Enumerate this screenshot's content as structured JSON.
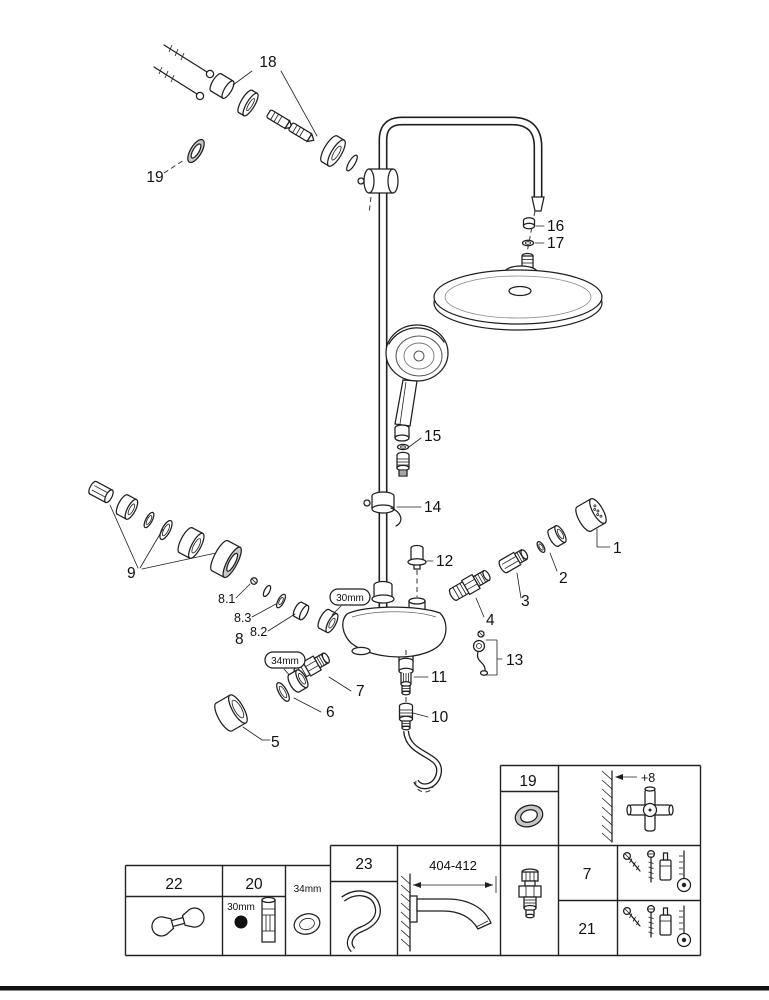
{
  "callouts": {
    "n18": "18",
    "n19": "19",
    "n16": "16",
    "n17": "17",
    "n15": "15",
    "n14": "14",
    "n12": "12",
    "n1": "1",
    "n2": "2",
    "n3": "3",
    "n4": "4",
    "n9": "9",
    "n8_1": "8.1",
    "n8_3": "8.3",
    "n8_2": "8.2",
    "n8": "8",
    "n13": "13",
    "n11": "11",
    "n7": "7",
    "n6": "6",
    "n10": "10",
    "n5": "5",
    "size30": "30mm",
    "size34": "34mm"
  },
  "legend": {
    "n22": "22",
    "n20": "20",
    "size30": "30mm",
    "size34": "34mm",
    "n23": "23",
    "dim": "404-412",
    "n19": "19",
    "offset": "+8",
    "n7": "7",
    "n21": "21"
  }
}
